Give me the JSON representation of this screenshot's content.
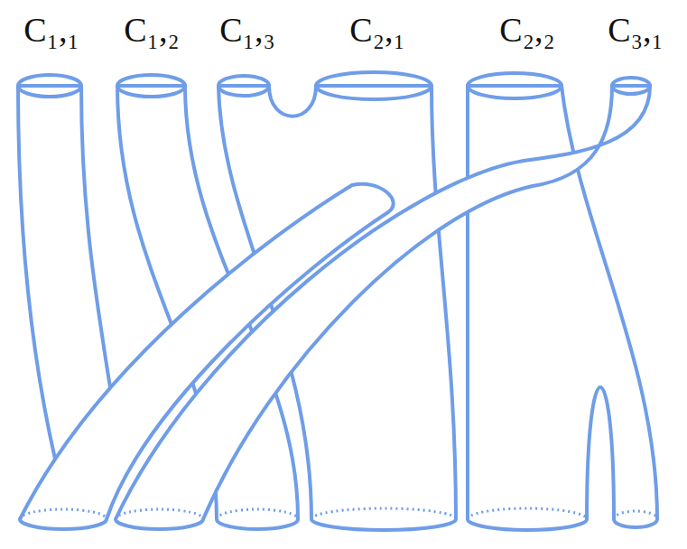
{
  "diagram": {
    "labels": [
      "C₁,₁",
      "C₁,₂",
      "C₁,₃",
      "C₂,₁",
      "C₂,₂",
      "C₃,₁"
    ]
  }
}
